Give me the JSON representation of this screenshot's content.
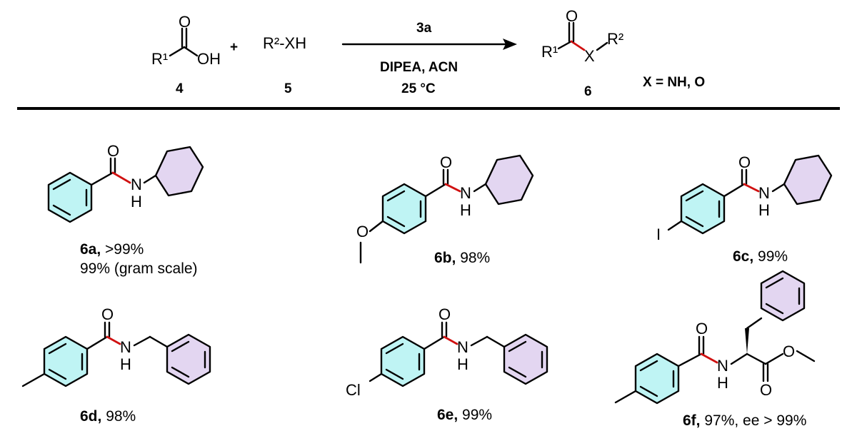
{
  "scheme": {
    "reactant1_label": "4",
    "reactant2_label": "5",
    "product_label": "6",
    "plus": "+",
    "reactant2_formula": "R²-XH",
    "reagent_top": "3a",
    "conditions_line1": "DIPEA, ACN",
    "conditions_line2": "25 °C",
    "x_definition": "X = NH, O",
    "r1": "R¹",
    "r2": "R²",
    "oh": "OH",
    "o": "O",
    "x": "X"
  },
  "products": [
    {
      "id": "6a,",
      "yield": ">99%",
      "note": "99% (gram scale)"
    },
    {
      "id": "6b,",
      "yield": "98%"
    },
    {
      "id": "6c,",
      "yield": "99%"
    },
    {
      "id": "6d,",
      "yield": "98%"
    },
    {
      "id": "6e,",
      "yield": "99%"
    },
    {
      "id": "6f,",
      "yield": "97%, ee > 99%"
    }
  ],
  "atoms": {
    "o": "O",
    "n": "N",
    "h": "H",
    "i": "I",
    "cl": "Cl"
  },
  "colors": {
    "amide_bond": "#d01010",
    "acid_ring": "#bff4f4",
    "amine_ring": "#e3d6f1"
  }
}
